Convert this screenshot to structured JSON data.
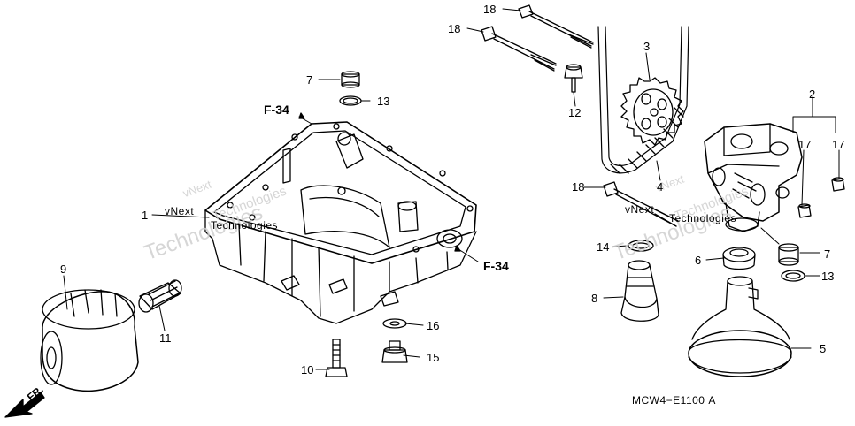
{
  "callouts": {
    "c1": "1",
    "c2": "2",
    "c3": "3",
    "c4": "4",
    "c5": "5",
    "c6": "6",
    "c7a": "7",
    "c7b": "7",
    "c8": "8",
    "c9": "9",
    "c10": "10",
    "c11": "11",
    "c12": "12",
    "c13a": "13",
    "c13b": "13",
    "c14": "14",
    "c15": "15",
    "c16": "16",
    "c17a": "17",
    "c17b": "17",
    "c18a": "18",
    "c18b": "18",
    "c18c": "18"
  },
  "refs": {
    "f34_top": "F-34",
    "f34_right": "F-34"
  },
  "diagram_code": "MCW4−E1100 A",
  "front_label": "FR.",
  "watermarks": {
    "w1a": "vNext",
    "w1b": "Technologies",
    "w1c": "Technologies",
    "w2a": "vNext",
    "w2b": "Technologies",
    "w2c": "Technologies"
  },
  "icons": {
    "front_arrow": "front-arrow-icon"
  }
}
